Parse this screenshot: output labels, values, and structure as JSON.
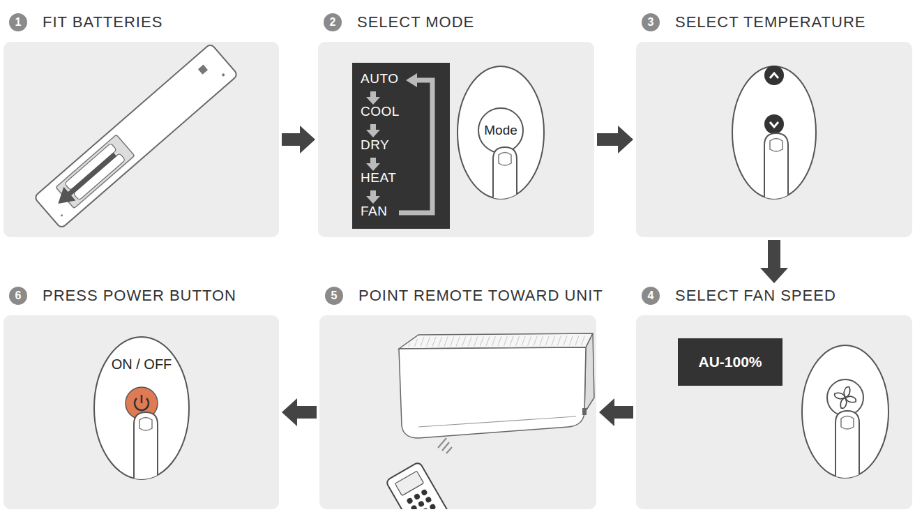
{
  "diagram": {
    "nodes": [
      {
        "text": [
          "1",
          "FIT BATTERIES"
        ]
      },
      {
        "text": [
          "2",
          "SELECT MODE"
        ]
      },
      {
        "text": [
          "AUTO",
          "COOL",
          "DRY",
          "HEAT",
          "FAN"
        ],
        "in": 1
      },
      {
        "text": [
          "Mode"
        ],
        "in": 1
      },
      {
        "text": [
          "3",
          "SELECT TEMPERATURE"
        ]
      },
      {
        "text": [
          "4",
          "SELECT FAN SPEED"
        ]
      },
      {
        "text": [
          "AU-100%"
        ],
        "in": 5
      },
      {
        "text": [
          "5",
          "POINT REMOTE TOWARD UNIT"
        ]
      },
      {
        "text": [
          "6",
          "PRESS POWER BUTTON"
        ]
      },
      {
        "text": [
          "ON / OFF"
        ],
        "in": 8
      }
    ],
    "edges": [
      {
        "from": 0,
        "to": 1,
        "arrow": "to"
      },
      {
        "from": 1,
        "to": 4,
        "arrow": "to"
      },
      {
        "from": 4,
        "to": 5,
        "arrow": "to"
      },
      {
        "from": 5,
        "to": 7,
        "arrow": "to"
      },
      {
        "from": 7,
        "to": 8,
        "arrow": "to"
      }
    ]
  }
}
